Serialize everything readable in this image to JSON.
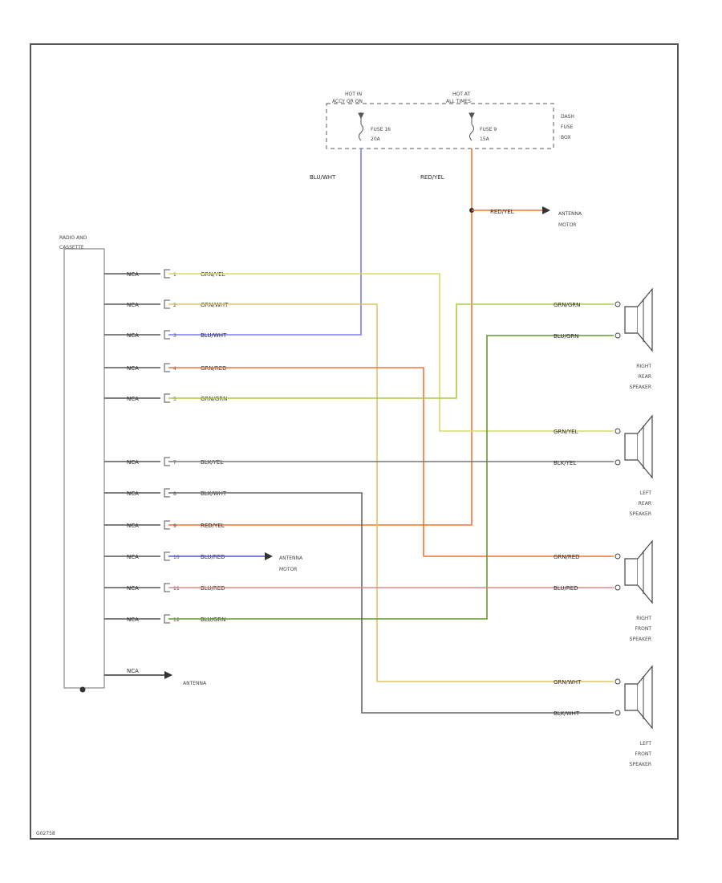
{
  "radio": {
    "label_line1": "RADIO AND",
    "label_line2": "CASSETTE"
  },
  "fuse_box": {
    "hot_left_line1": "HOT IN",
    "hot_left_line2": "ACCY OR ON",
    "hot_right_line1": "HOT AT",
    "hot_right_line2": "ALL TIMES",
    "fuse_left_line1": "FUSE 16",
    "fuse_left_line2": "20A",
    "fuse_right_line1": "FUSE 9",
    "fuse_right_line2": "15A",
    "box_line1": "DASH",
    "box_line2": "FUSE",
    "box_line3": "BOX"
  },
  "feeds": {
    "left_color": "BLU/WHT",
    "right_color": "RED/YEL"
  },
  "antenna_motor_top": {
    "wire": "RED/YEL",
    "line1": "ANTENNA",
    "line2": "MOTOR"
  },
  "antenna_motor_mid": {
    "line1": "ANTENNA",
    "line2": "MOTOR"
  },
  "antenna": {
    "label": "ANTENNA"
  },
  "connectors": [
    {
      "pin": "1",
      "pin_label": "NCA",
      "wire": "GRN/YEL",
      "color": "#d8d86a"
    },
    {
      "pin": "2",
      "pin_label": "NCA",
      "wire": "GRN/WHT",
      "color": "#e0c46a"
    },
    {
      "pin": "3",
      "pin_label": "NCA",
      "wire": "BLU/WHT",
      "color": "#7a7aff"
    },
    {
      "pin": "4",
      "pin_label": "NCA",
      "wire": "GRN/RED",
      "color": "#ee7733"
    },
    {
      "pin": "5",
      "pin_label": "NCA",
      "wire": "GRN/GRN",
      "color": "#aacc44"
    },
    {
      "pin": "7",
      "pin_label": "NCA",
      "wire": "BLK/YEL",
      "color": "#777777"
    },
    {
      "pin": "8",
      "pin_label": "NCA",
      "wire": "BLK/WHT",
      "color": "#666666"
    },
    {
      "pin": "9",
      "pin_label": "NCA",
      "wire": "RED/YEL",
      "color": "#ee7733"
    },
    {
      "pin": "10",
      "pin_label": "NCA",
      "wire": "BLU/RED",
      "color": "#5555cc"
    },
    {
      "pin": "11",
      "pin_label": "NCA",
      "wire": "BLU/RED",
      "color": "#e08888"
    },
    {
      "pin": "12",
      "pin_label": "NCA",
      "wire": "BLU/GRN",
      "color": "#669933"
    },
    {
      "pin": "",
      "pin_label": "NCA",
      "wire": "",
      "color": "#333333"
    }
  ],
  "speakers": [
    {
      "line1": "RIGHT",
      "line2": "REAR",
      "line3": "SPEAKER",
      "wire_a": "GRN/GRN",
      "wire_b": "BLU/GRN"
    },
    {
      "line1": "LEFT",
      "line2": "REAR",
      "line3": "SPEAKER",
      "wire_a": "GRN/YEL",
      "wire_b": "BLK/YEL"
    },
    {
      "line1": "RIGHT",
      "line2": "FRONT",
      "line3": "SPEAKER",
      "wire_a": "GRN/RED",
      "wire_b": "BLU/RED"
    },
    {
      "line1": "LEFT",
      "line2": "FRONT",
      "line3": "SPEAKER",
      "wire_a": "GRN/WHT",
      "wire_b": "BLK/WHT"
    }
  ],
  "footer": {
    "code": "G02758"
  },
  "colors": {
    "frame": "#555555",
    "grn_yel": "#d8d86a",
    "grn_wht": "#e0c46a",
    "blu_wht": "#7a7aff",
    "grn_red": "#ee7733",
    "red_yel": "#ee7733",
    "grn_grn": "#aacc44",
    "blu_grn": "#669933",
    "blk": "#666666",
    "blu_red": "#e08888"
  }
}
